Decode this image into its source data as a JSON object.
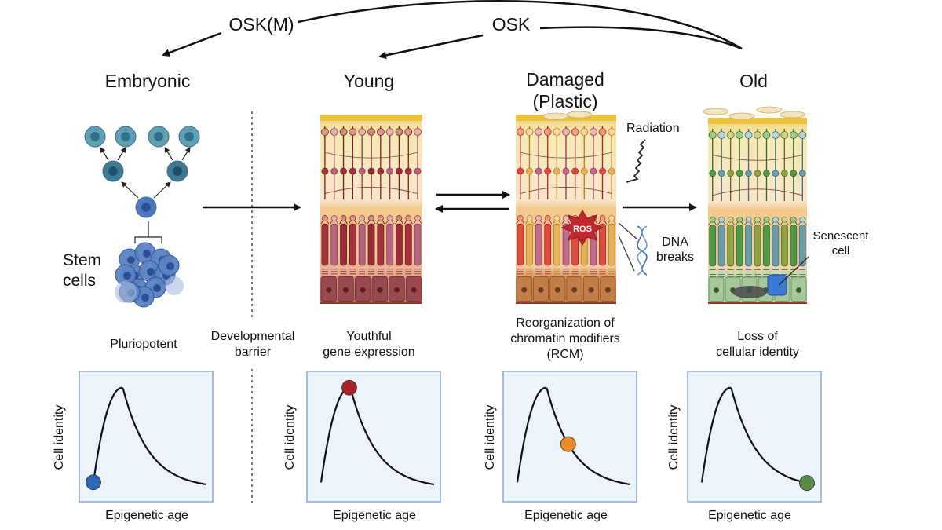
{
  "reprogramming": {
    "osk_m_label": "OSK(M)",
    "osk_label": "OSK"
  },
  "stages": [
    {
      "title": "Embryonic",
      "description_lines": [
        "Pluriopotent"
      ]
    },
    {
      "title": "Young",
      "description_lines": [
        "Youthful",
        "gene expression"
      ]
    },
    {
      "title": "Damaged\n(Plastic)",
      "title_lines": [
        "Damaged",
        "(Plastic)"
      ],
      "description_lines": [
        "Reorganization of",
        "chromatin modifiers",
        "(RCM)"
      ]
    },
    {
      "title": "Old",
      "description_lines": [
        "Loss of",
        "cellular identity"
      ]
    }
  ],
  "stem_cells_label": [
    "Stem",
    "cells"
  ],
  "barrier_label": [
    "Developmental",
    "barrier"
  ],
  "damage_labels": {
    "radiation": "Radiation",
    "ros": "ROS",
    "dna_breaks": [
      "DNA",
      "breaks"
    ]
  },
  "senescent_label": [
    "Senescent",
    "cell"
  ],
  "colors": {
    "embryonic_dot": "#2f68b3",
    "young_dot": "#a6232a",
    "damaged_dot": "#e8892a",
    "old_dot": "#5a8a48",
    "panel_fill": "#edf3fa",
    "panel_border": "#8ea8cc"
  },
  "chart_data": [
    {
      "type": "line",
      "xlabel": "Epigenetic age",
      "ylabel": "Cell identity",
      "marker_position": 0.0,
      "marker_color": "#2f68b3"
    },
    {
      "type": "line",
      "xlabel": "Epigenetic age",
      "ylabel": "Cell identity",
      "marker_position": 0.25,
      "marker_color": "#a6232a"
    },
    {
      "type": "line",
      "xlabel": "Epigenetic age",
      "ylabel": "Cell identity",
      "marker_position": 0.45,
      "marker_color": "#e8892a"
    },
    {
      "type": "line",
      "xlabel": "Epigenetic age",
      "ylabel": "Cell identity",
      "marker_position": 0.93,
      "marker_color": "#5a8a48"
    }
  ]
}
